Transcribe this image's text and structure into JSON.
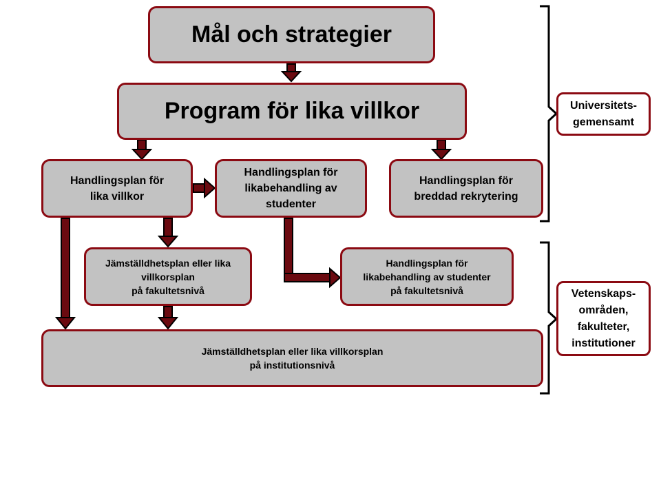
{
  "nodes": {
    "goals": "Mål och strategier",
    "program": "Program för lika villkor",
    "plan_equal": "Handlingsplan  för\nlika villkor",
    "plan_students": "Handlingsplan  för\nlikabehandling  av\nstudenter",
    "plan_recruit": "Handlingsplan  för\nbreddad  rekrytering",
    "equality_faculty": "Jämställdhetsplan eller lika\nvillkorsplan\npå fakultetsnivå",
    "students_faculty": "Handlingsplan för\nlikabehandling av studenter\npå fakultetsnivå",
    "equality_department": "Jämställdhetsplan eller lika villkorsplan\npå institutionsnivå"
  },
  "levels": {
    "university": "Universitets-\ngemensamt",
    "faculties": "Vetenskaps-\nområden,\nfakulteter,\ninstitutioner"
  },
  "colors": {
    "box_fill": "#c2c2c2",
    "border": "#8b0a12",
    "arrow_fill": "#6b0a10",
    "arrow_outline": "#000000"
  }
}
